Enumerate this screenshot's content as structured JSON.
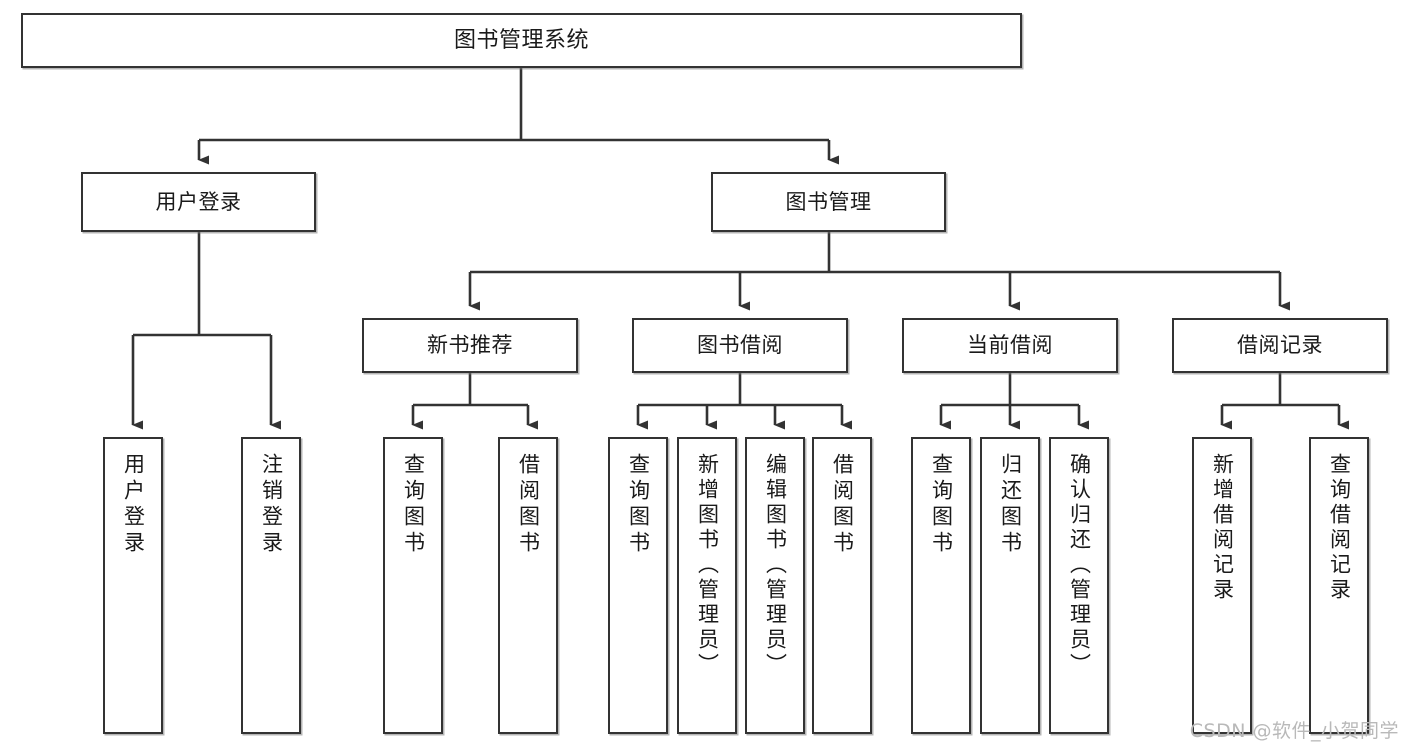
{
  "diagram": {
    "type": "tree-hierarchy",
    "title": "图书管理系统",
    "watermark": "CSDN @软件_小贺同学",
    "colors": {
      "box_border": "#333333",
      "box_fill": "#ffffff",
      "connector": "#333333",
      "text": "#1a1a1a",
      "watermark": "#b9b9b9",
      "background": "#ffffff"
    },
    "root": {
      "label": "图书管理系统",
      "children": [
        {
          "label": "用户登录",
          "children": [
            {
              "label": "用户登录"
            },
            {
              "label": "注销登录"
            }
          ]
        },
        {
          "label": "图书管理",
          "children": [
            {
              "label": "新书推荐",
              "children": [
                {
                  "label": "查询图书"
                },
                {
                  "label": "借阅图书"
                }
              ]
            },
            {
              "label": "图书借阅",
              "children": [
                {
                  "label": "查询图书"
                },
                {
                  "label": "新增图书（管理员）"
                },
                {
                  "label": "编辑图书（管理员）"
                },
                {
                  "label": "借阅图书"
                }
              ]
            },
            {
              "label": "当前借阅",
              "children": [
                {
                  "label": "查询图书"
                },
                {
                  "label": "归还图书"
                },
                {
                  "label": "确认归还（管理员）"
                }
              ]
            },
            {
              "label": "借阅记录",
              "children": [
                {
                  "label": "新增借阅记录"
                },
                {
                  "label": "查询借阅记录"
                }
              ]
            }
          ]
        }
      ]
    },
    "nodes": {
      "root": {
        "label": "图书管理系统"
      },
      "l1": {
        "user_login": {
          "label": "用户登录"
        },
        "book_manage": {
          "label": "图书管理"
        }
      },
      "l2": {
        "new_book_rec": {
          "label": "新书推荐"
        },
        "book_borrow": {
          "label": "图书借阅"
        },
        "current_borrow": {
          "label": "当前借阅"
        },
        "borrow_record": {
          "label": "借阅记录"
        }
      },
      "leaves": {
        "user_login_1": {
          "label": "用户登录"
        },
        "user_login_2": {
          "label": "注销登录"
        },
        "new_book_rec_1": {
          "label": "查询图书"
        },
        "new_book_rec_2": {
          "label": "借阅图书"
        },
        "book_borrow_1": {
          "label": "查询图书"
        },
        "book_borrow_2": {
          "label": "新增图书（管理员）"
        },
        "book_borrow_3": {
          "label": "编辑图书（管理员）"
        },
        "book_borrow_4": {
          "label": "借阅图书"
        },
        "current_borrow_1": {
          "label": "查询图书"
        },
        "current_borrow_2": {
          "label": "归还图书"
        },
        "current_borrow_3": {
          "label": "确认归还（管理员）"
        },
        "borrow_record_1": {
          "label": "新增借阅记录"
        },
        "borrow_record_2": {
          "label": "查询借阅记录"
        }
      }
    }
  }
}
